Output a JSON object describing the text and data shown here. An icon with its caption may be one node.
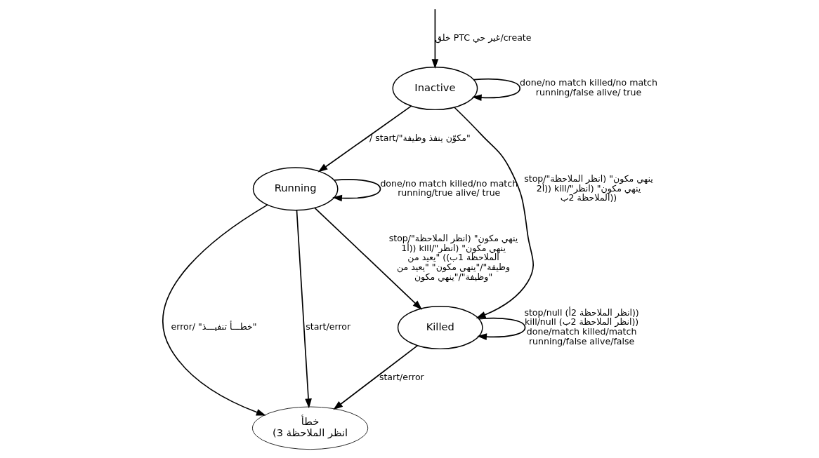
{
  "diagram": {
    "nodes": [
      {
        "text": [
          "Inactive"
        ]
      },
      {
        "text": [
          "Running"
        ]
      },
      {
        "text": [
          "Killed"
        ]
      },
      {
        "text": [
          "خطأ",
          "(انظر الملاحظة 3"
        ]
      }
    ],
    "edges": [
      {
        "from": null,
        "to": 0,
        "arrow": "to",
        "label": "خلق PTC غير حي/create"
      },
      {
        "from": 0,
        "to": 0,
        "arrow": "to",
        "label": "done/no match killed/no match running/false alive/ true"
      },
      {
        "from": 0,
        "to": 1,
        "arrow": "to",
        "label": "/ start/\"مكوّن ينفذ وظيفة\""
      },
      {
        "from": 0,
        "to": 2,
        "arrow": "to",
        "label": "stop/\"ينهي مكون\" (انظر الملاحظة 2أ)) kill/\"ينهي مكون\" (انظر الملاحظة 2ب))"
      },
      {
        "from": 1,
        "to": 1,
        "arrow": "to",
        "label": "done/no match killed/no match running/true alive/ true"
      },
      {
        "from": 1,
        "to": 3,
        "arrow": "to",
        "label": "error/ \"خطـــأ تنفيـــذ\""
      },
      {
        "from": 1,
        "to": 3,
        "arrow": "to",
        "label": "start/error"
      },
      {
        "from": 1,
        "to": 2,
        "arrow": "to",
        "label": "stop/\"ينهي مكون\" (انظر الملاحظة 1أ)) kill/\"ينهي مكون\" (انظر الملاحظة 1ب)) \"يعيد من وظيفة\"/\"ينهي مكون\" \"يعيد من وظيفة\"/\"ينهي مكون\""
      },
      {
        "from": 2,
        "to": 3,
        "arrow": "to",
        "label": "start/error"
      },
      {
        "from": 2,
        "to": 2,
        "arrow": "to",
        "label": "stop/null (انظر الملاحظة 2أ)) kill/null (انظر الملاحظة 2ب)) done/match killed/match running/false alive/false"
      }
    ]
  }
}
